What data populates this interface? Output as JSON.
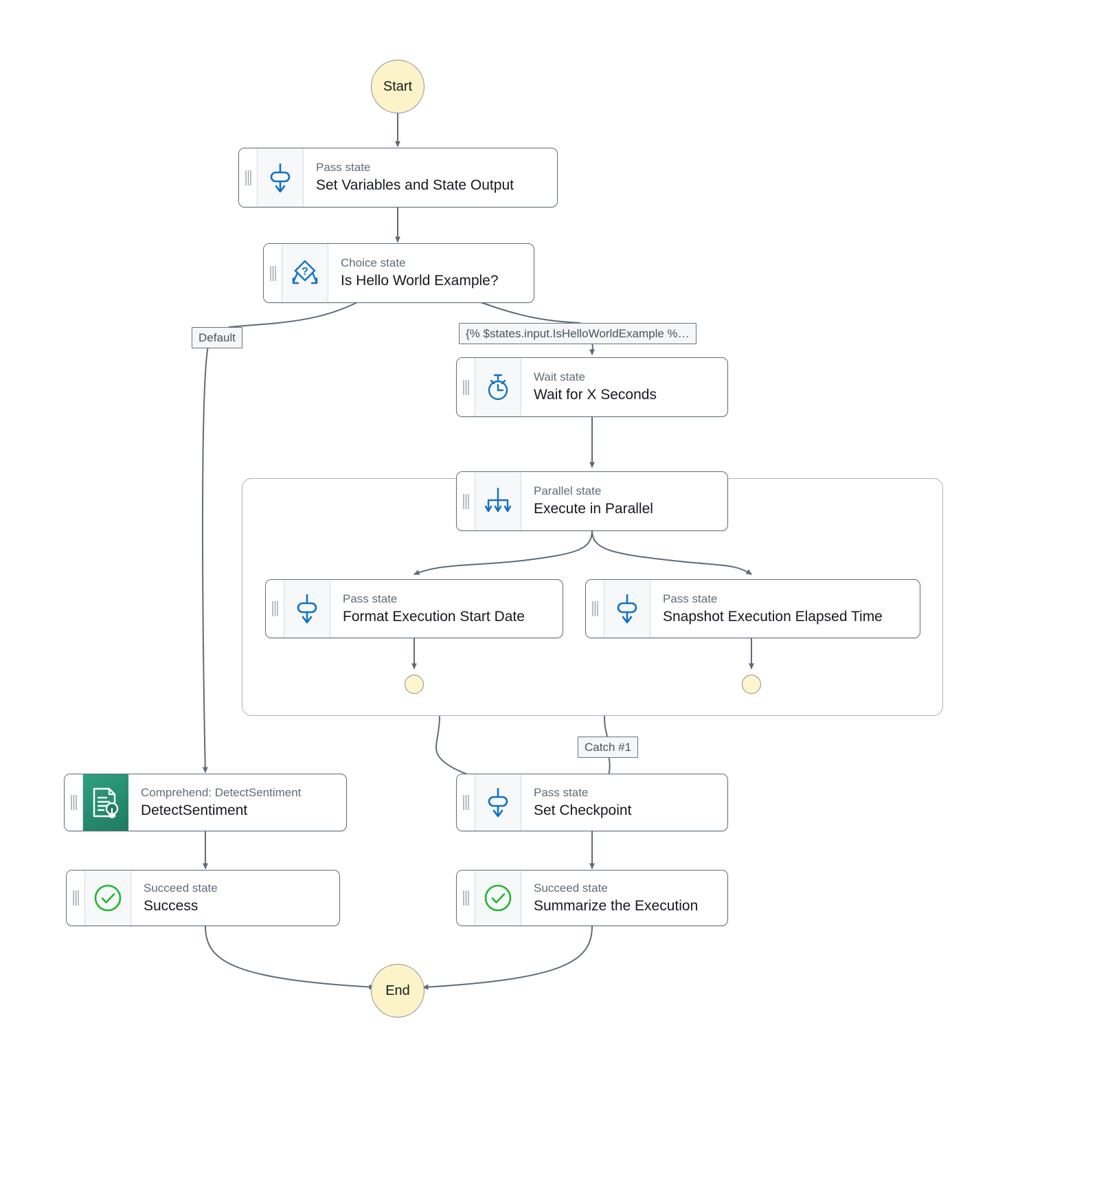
{
  "diagram": {
    "type": "state-machine-workflow",
    "product": "AWS Step Functions workflow graph",
    "start_label": "Start",
    "end_label": "End"
  },
  "nodes": [
    {
      "id": "start",
      "kind": "terminal",
      "label": "Start",
      "icon": "start-circle-icon"
    },
    {
      "id": "set-variables-and-state-output",
      "kind": "Pass",
      "kicker": "Pass state",
      "title": "Set Variables and State Output",
      "icon": "pass-state-icon"
    },
    {
      "id": "is-hello-world-example",
      "kind": "Choice",
      "kicker": "Choice state",
      "title": "Is Hello World Example?",
      "icon": "choice-state-icon"
    },
    {
      "id": "wait-for-x-seconds",
      "kind": "Wait",
      "kicker": "Wait state",
      "title": "Wait for X Seconds",
      "icon": "wait-state-icon"
    },
    {
      "id": "execute-in-parallel",
      "kind": "Parallel",
      "kicker": "Parallel state",
      "title": "Execute in Parallel",
      "icon": "parallel-state-icon"
    },
    {
      "id": "format-execution-start-date",
      "kind": "Pass",
      "kicker": "Pass state",
      "title": "Format Execution Start Date",
      "icon": "pass-state-icon"
    },
    {
      "id": "snapshot-execution-elapsed-time",
      "kind": "Pass",
      "kicker": "Pass state",
      "title": "Snapshot Execution Elapsed Time",
      "icon": "pass-state-icon"
    },
    {
      "id": "branch-end-left",
      "kind": "terminal-mini",
      "label": "",
      "icon": "branch-end-circle-icon"
    },
    {
      "id": "branch-end-right",
      "kind": "terminal-mini",
      "label": "",
      "icon": "branch-end-circle-icon"
    },
    {
      "id": "detect-sentiment",
      "kind": "Task",
      "kicker": "Comprehend: DetectSentiment",
      "title": "DetectSentiment",
      "icon": "comprehend-detect-sentiment-icon"
    },
    {
      "id": "set-checkpoint",
      "kind": "Pass",
      "kicker": "Pass state",
      "title": "Set Checkpoint",
      "icon": "pass-state-icon"
    },
    {
      "id": "success",
      "kind": "Succeed",
      "kicker": "Succeed state",
      "title": "Success",
      "icon": "succeed-state-icon"
    },
    {
      "id": "summarize-the-execution",
      "kind": "Succeed",
      "kicker": "Succeed state",
      "title": "Summarize the Execution",
      "icon": "succeed-state-icon"
    },
    {
      "id": "end",
      "kind": "terminal",
      "label": "End",
      "icon": "end-circle-icon"
    }
  ],
  "edge_labels": {
    "default": "Default",
    "hello_world_condition": "{% $states.input.IsHelloWorldExample %…",
    "catch_1": "Catch #1"
  },
  "colors": {
    "terminal_fill": "#FCF3C8",
    "terminal_stroke": "#8A8F98",
    "node_stroke": "#5F6B7A",
    "icon_blue": "#0F72C4",
    "icon_panel": "#F7F8F9",
    "comprehend_green": "#1F7A60",
    "succeed_green": "#1DB82C",
    "edge_stroke": "#4A5260",
    "kicker_text": "#5F6B7A",
    "title_text": "#16191F",
    "group_stroke": "#AAB2BD"
  }
}
